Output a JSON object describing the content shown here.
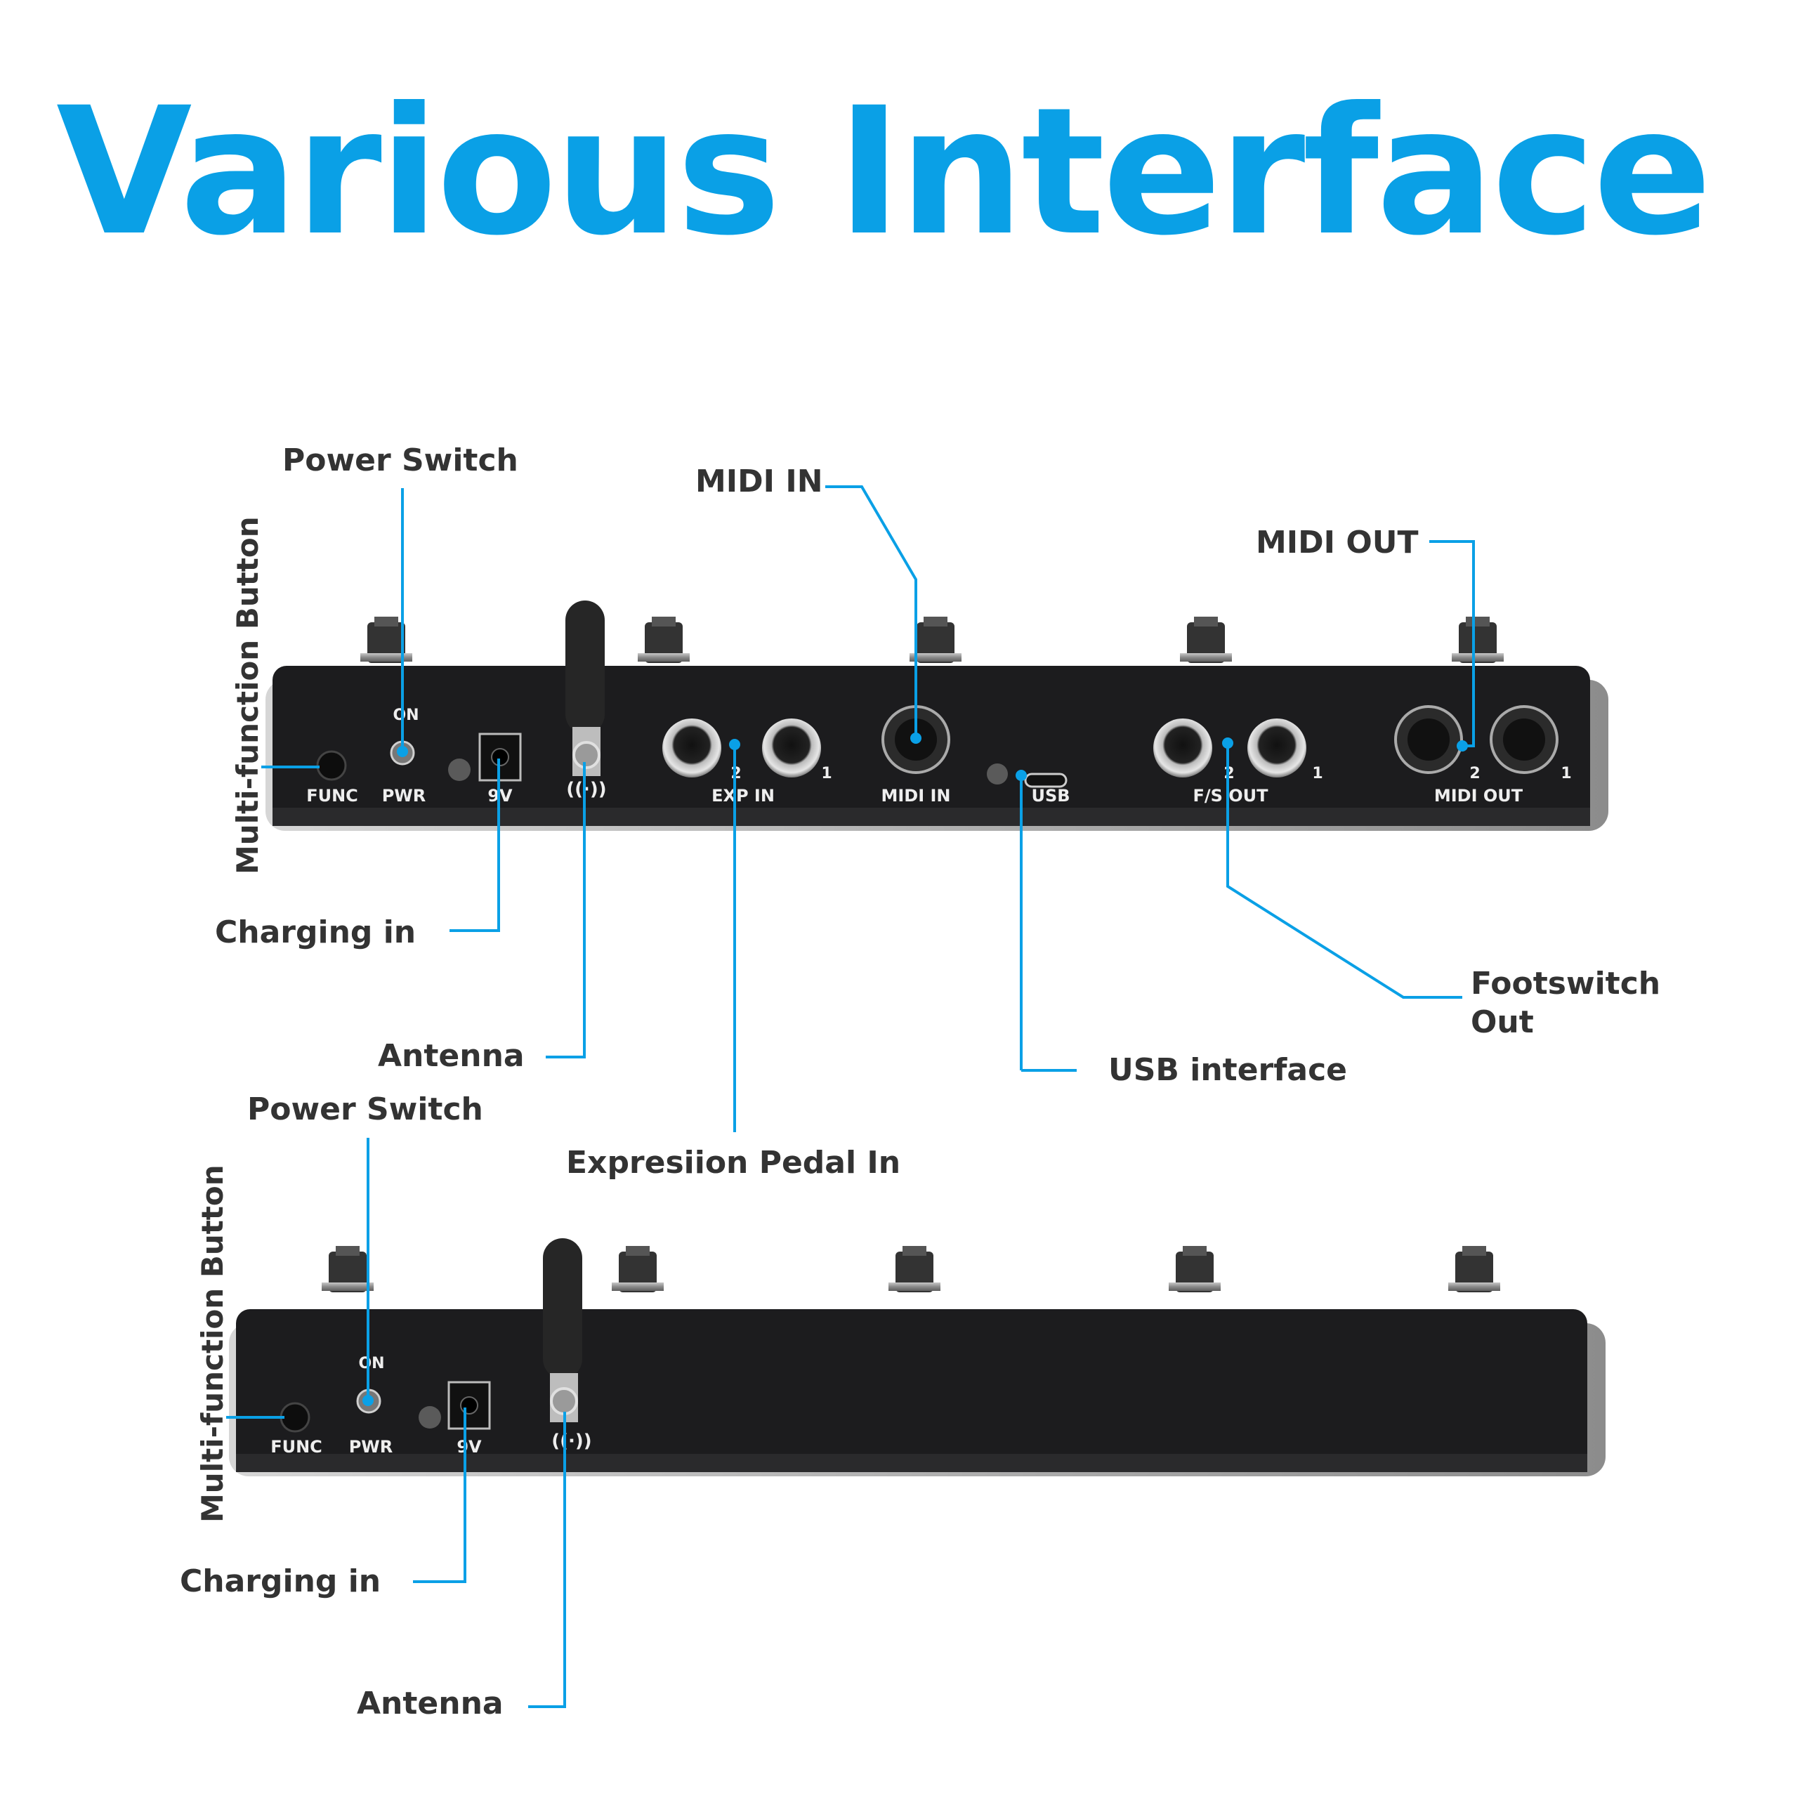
{
  "title": "Various Interface",
  "accent_color": "#0aa0e6",
  "top_unit": {
    "callouts": {
      "multi_function_button": "Multi-function Button",
      "power_switch": "Power Switch",
      "midi_in": "MIDI IN",
      "midi_out": "MIDI OUT",
      "charging_in": "Charging in",
      "antenna": "Antenna",
      "expression_pedal_in": "Expresiion Pedal In",
      "usb_interface": "USB interface",
      "footswitch_out_line1": "Footswitch",
      "footswitch_out_line2": "Out"
    },
    "panel_labels": {
      "on": "ON",
      "func": "FUNC",
      "pwr": "PWR",
      "nine_v": "9V",
      "exp_in": "EXP IN",
      "exp_2": "2",
      "exp_1": "1",
      "midi_in": "MIDI IN",
      "usb": "USB",
      "fs_out": "F/S OUT",
      "fs_2": "2",
      "fs_1": "1",
      "midi_out": "MIDI OUT",
      "midi_out_2": "2",
      "midi_out_1": "1"
    }
  },
  "bottom_unit": {
    "callouts": {
      "multi_function_button": "Multi-function Button",
      "power_switch": "Power Switch",
      "charging_in": "Charging in",
      "antenna": "Antenna"
    },
    "panel_labels": {
      "on": "ON",
      "func": "FUNC",
      "pwr": "PWR",
      "nine_v": "9V"
    }
  }
}
